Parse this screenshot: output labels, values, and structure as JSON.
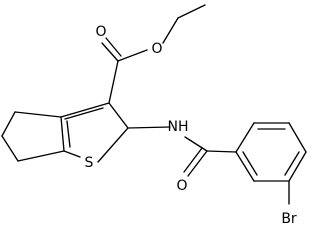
{
  "molecule": {
    "atom_labels": {
      "o_ester_carbonyl": "O",
      "o_ester_ether": "O",
      "nh": "NH",
      "s": "S",
      "o_amide": "O",
      "br": "Br"
    }
  }
}
